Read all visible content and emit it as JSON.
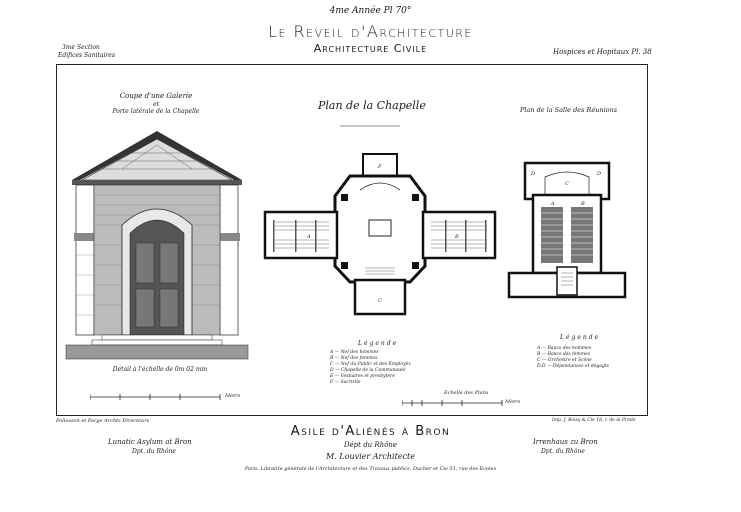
{
  "header": {
    "annee": "4me Année Pl 70°",
    "title": "Le Reveil d'Architecture",
    "subtitle": "Architecture Civile",
    "section_line1": "3me Section",
    "section_line2": "Edifices Sanitaires",
    "plate_ref": "Hospices et Hopitaux Pl. 38"
  },
  "drawings": {
    "coupe_title_line1": "Coupe d'une Galerie",
    "coupe_title_line2": "et",
    "coupe_title_line3": "Porte latérale de la Chapelle",
    "plan_title": "Plan de la Chapelle",
    "salle_title": "Plan de la Salle des Réunions",
    "detail_scale": "Détail à l'échelle de 0m 02 mm",
    "scale_metres": "Mètre",
    "scale_plans": "Echelle des Plans",
    "scale_plans_metres": "Mètre"
  },
  "legend_center": {
    "title": "Légende",
    "items": [
      "A — Nef des hommes",
      "B — Nef des femmes",
      "C — Nef du Public et des Employés",
      "D — Chapelle de la Communauté",
      "E — Vestiaires et presbytère",
      "F — Sacristie"
    ]
  },
  "legend_right": {
    "title": "Légende",
    "items": [
      "A — Bancs des hommes",
      "B — Bancs des femmes",
      "C — Orchestre et Scène",
      "D.D — Dépendances et dégagts"
    ]
  },
  "credits": {
    "left": "Pollosson et Farge Archts Directeurs",
    "right": "Imp. J. Boisy & Cie 18, r. de la Pirote"
  },
  "footer": {
    "title": "Asile d'Aliénés à Bron",
    "dept": "Dépt du Rhône",
    "architect": "M. Louvier Architecte",
    "left_line1": "Lunatic Asylum at Bron",
    "left_line2": "Dpt. du Rhône",
    "right_line1": "Irrenhaus zu Bron",
    "right_line2": "Dpt. du Rhône",
    "publisher": "Paris. Librairie générale de l'Architecture et des Travaux publics, Ducher et Cie 51, rue des Ecoles"
  }
}
